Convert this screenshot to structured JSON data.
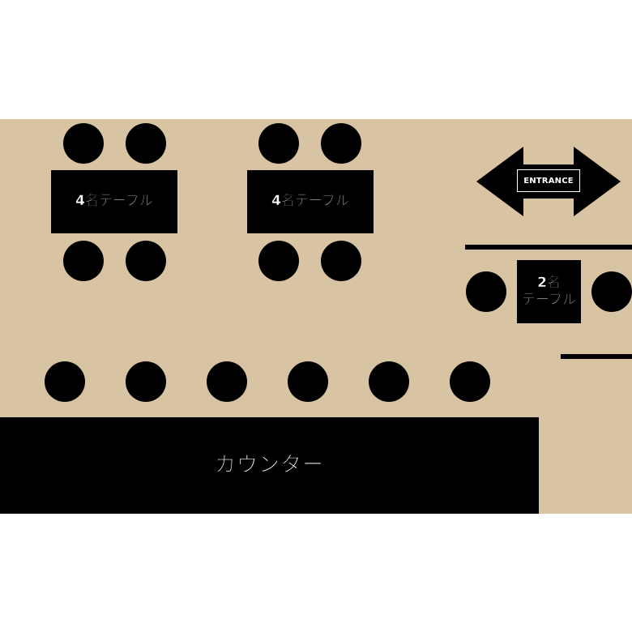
{
  "floor_plan": {
    "floor_color": "#d8c4a3",
    "furniture_color": "#000000",
    "tables": [
      {
        "label": "4名テーブル"
      },
      {
        "label": "4名テーブル"
      },
      {
        "label": "2名\nテーブル"
      }
    ],
    "counter": {
      "label": "カウンター"
    },
    "entrance": {
      "label": "ENTRANCE"
    }
  }
}
